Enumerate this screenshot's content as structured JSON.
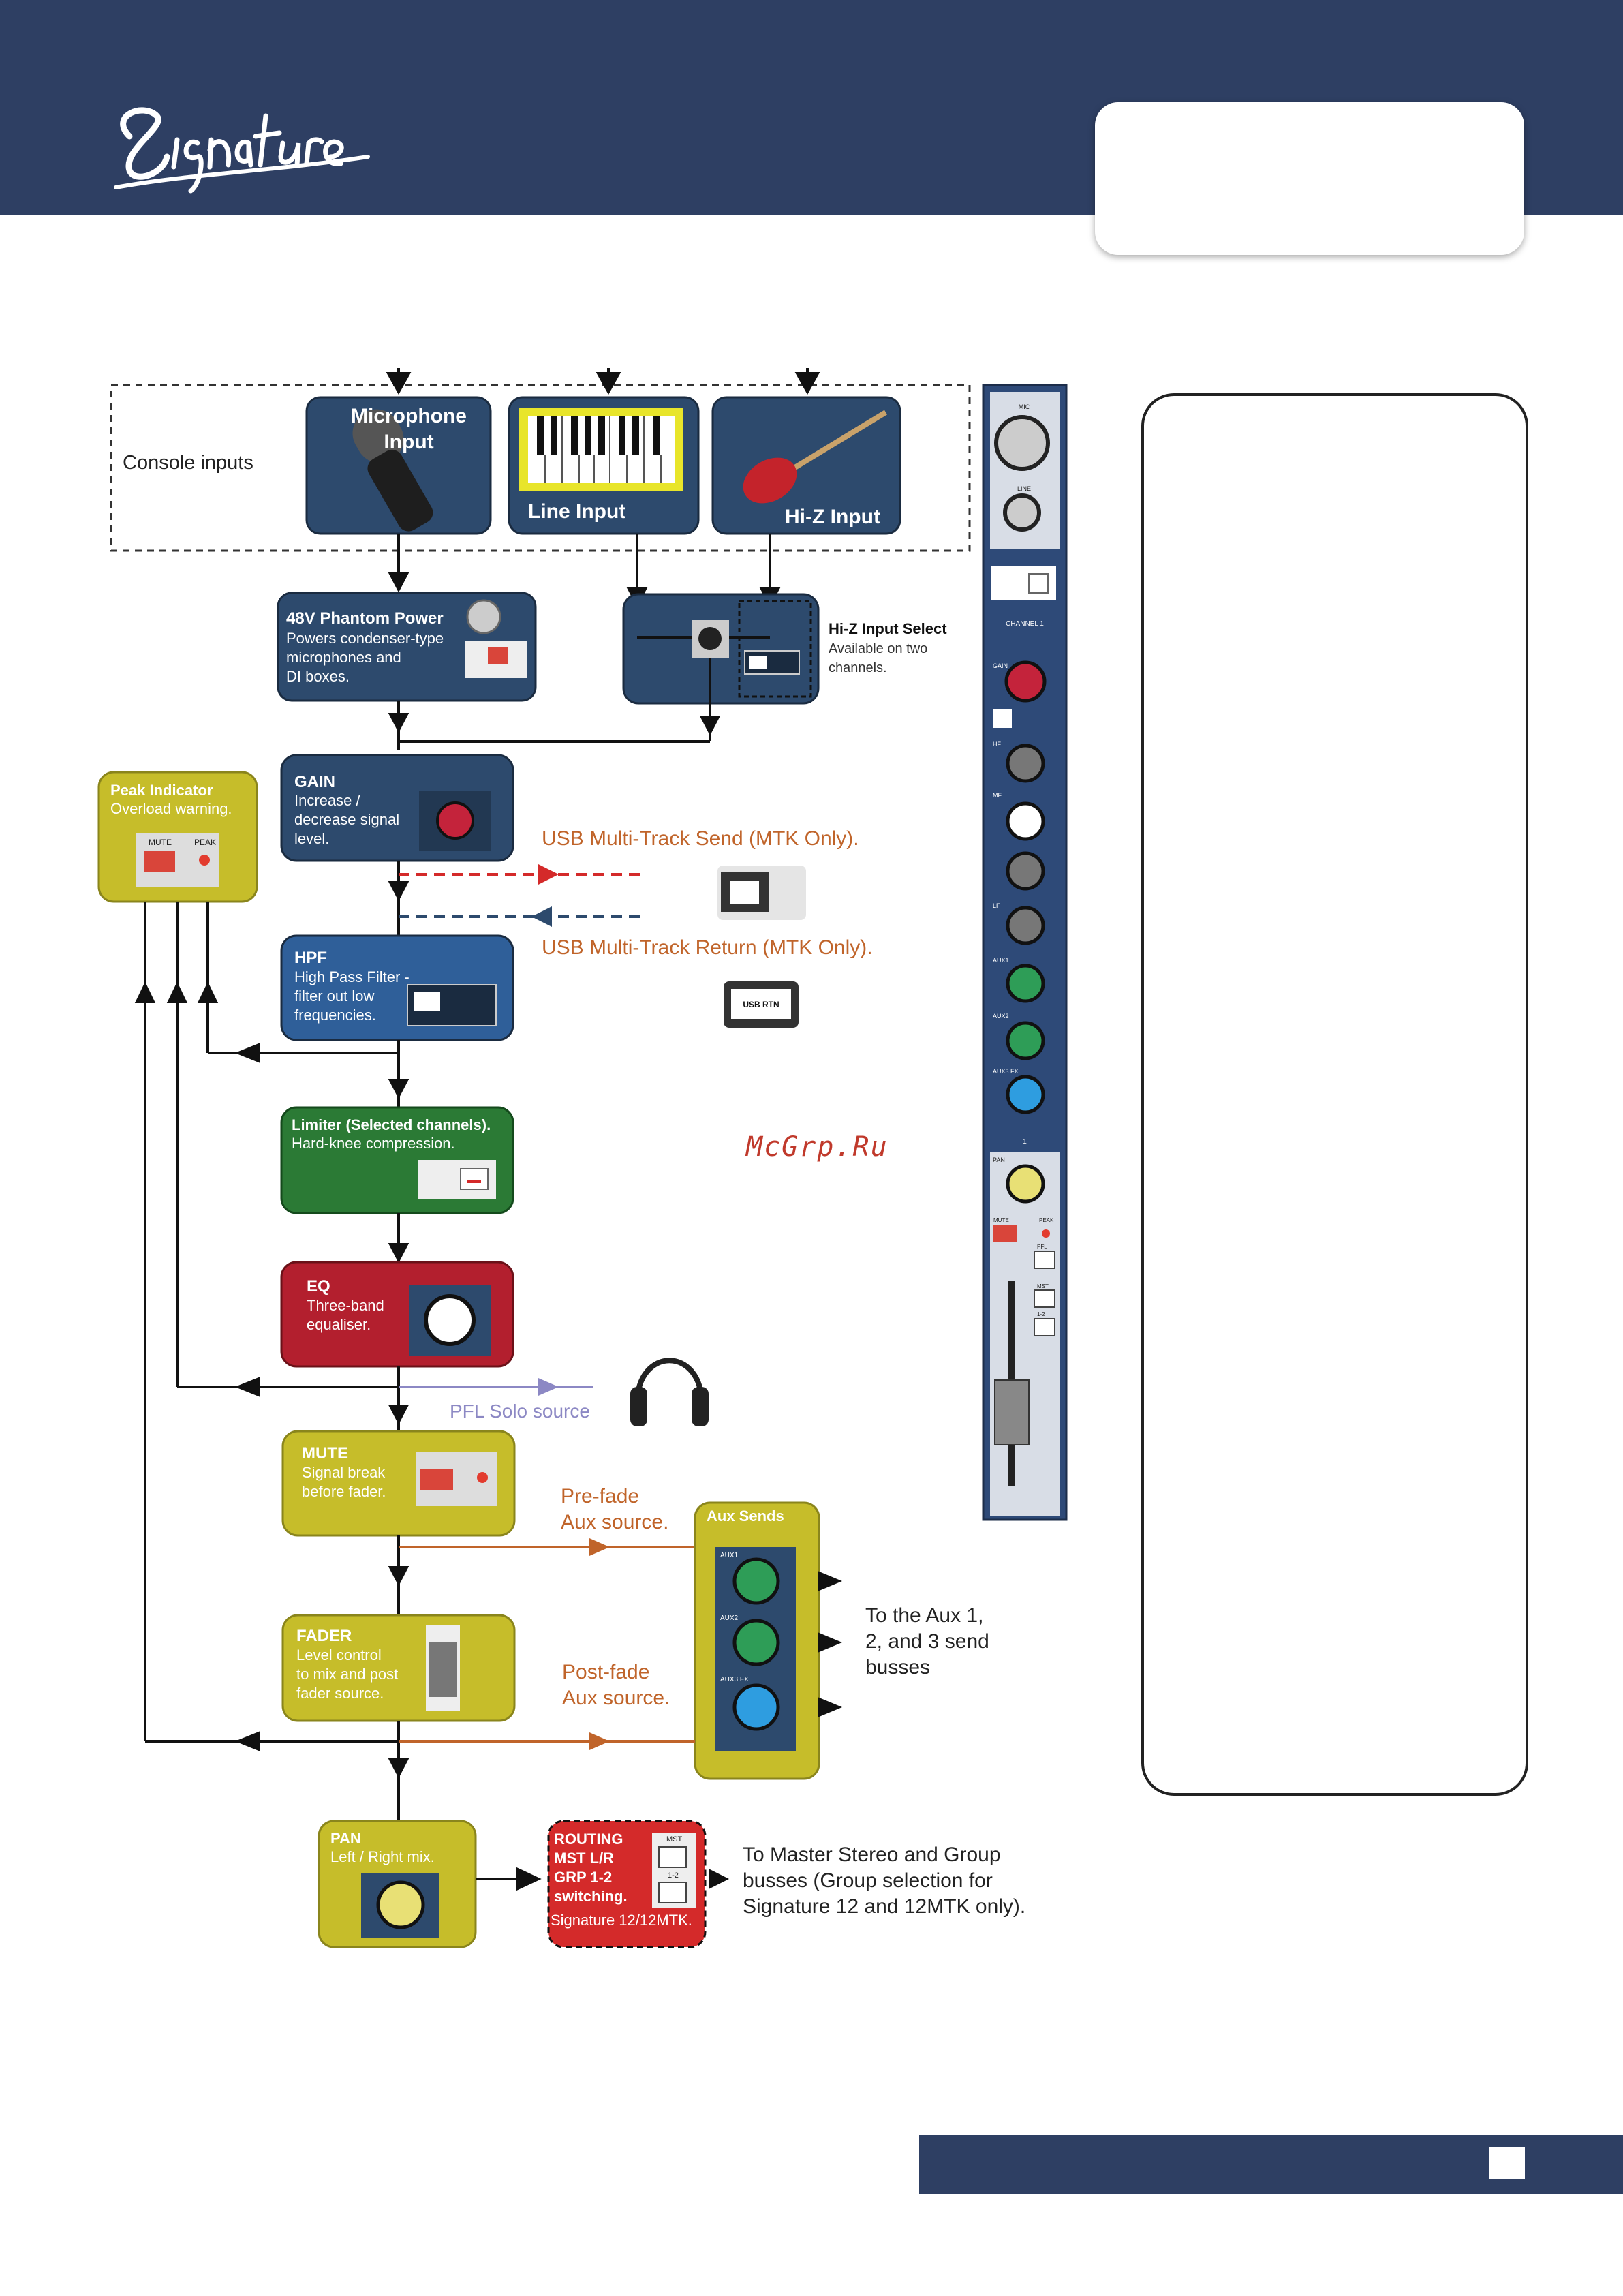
{
  "header": {
    "logo_text": "Signature",
    "colors": {
      "navy": "#2e3f63"
    }
  },
  "diagram": {
    "inputs_group_label": "Console inputs",
    "mic_input": "Microphone\nInput",
    "line_input": "Line Input",
    "hiz_input": "Hi-Z Input",
    "phantom": {
      "title": "48V Phantom Power",
      "lines": [
        "Powers condenser-type",
        "microphones and",
        "DI boxes."
      ]
    },
    "hiz_select": {
      "title": "Hi-Z Input Select",
      "lines": [
        "Available on two",
        "channels."
      ]
    },
    "peak": {
      "title": "Peak Indicator",
      "line": "Overload warning.",
      "mute_lbl": "MUTE",
      "peak_lbl": "PEAK"
    },
    "gain": {
      "title": "GAIN",
      "lines": [
        "Increase /",
        "decrease signal",
        "level."
      ]
    },
    "usb_send": "USB Multi-Track Send (MTK Only).",
    "usb_return": "USB Multi-Track Return (MTK Only).",
    "usb_rtn_btn": "USB RTN",
    "hpf": {
      "title": "HPF",
      "lines": [
        "High Pass Filter -",
        "filter out low",
        "frequencies."
      ]
    },
    "limiter": {
      "title": "Limiter (Selected channels).",
      "line": "Hard-knee compression."
    },
    "eq": {
      "title": "EQ",
      "lines": [
        "Three-band",
        "equaliser."
      ]
    },
    "pfl": "PFL Solo source",
    "mute": {
      "title": "MUTE",
      "lines": [
        "Signal break",
        "before fader."
      ]
    },
    "prefade": [
      "Pre-fade",
      "Aux source."
    ],
    "aux_sends": "Aux Sends",
    "aux_labels": [
      "AUX1",
      "AUX2",
      "AUX3 FX"
    ],
    "to_aux": [
      "To the Aux 1,",
      "2, and 3 send",
      "busses"
    ],
    "fader": {
      "title": "FADER",
      "lines": [
        "Level control",
        "to mix and post",
        "fader source."
      ]
    },
    "postfade": [
      "Post-fade",
      "Aux source."
    ],
    "pan": {
      "title": "PAN",
      "line": "Left / Right mix."
    },
    "routing": {
      "lines": [
        "ROUTING",
        "MST L/R",
        "GRP 1-2",
        "switching."
      ],
      "note": "Signature 12/12MTK.",
      "mst": "MST",
      "grp": "1-2"
    },
    "to_master": [
      "To Master Stereo and Group",
      "busses (Group selection for",
      "Signature 12 and 12MTK only)."
    ],
    "colors": {
      "blue_box": "#2d4a6d",
      "olive_box": "#c6bd2a",
      "red_box": "#b31f2e",
      "green_box": "#2b7a35",
      "orange_line": "#c0642a",
      "orange_text": "#c0642a",
      "red_dash": "#d42a2a",
      "pfl_line": "#8c88c4"
    }
  },
  "channel_strip": {
    "labels": [
      "MIC",
      "LINE",
      "CHANNEL 1",
      "GAIN",
      "HF",
      "MF",
      "LF",
      "AUX1",
      "AUX2",
      "AUX3 FX",
      "1",
      "PAN",
      "MUTE",
      "PEAK",
      "PFL",
      "MST",
      "1-2"
    ]
  },
  "watermark": "McGrp.Ru"
}
